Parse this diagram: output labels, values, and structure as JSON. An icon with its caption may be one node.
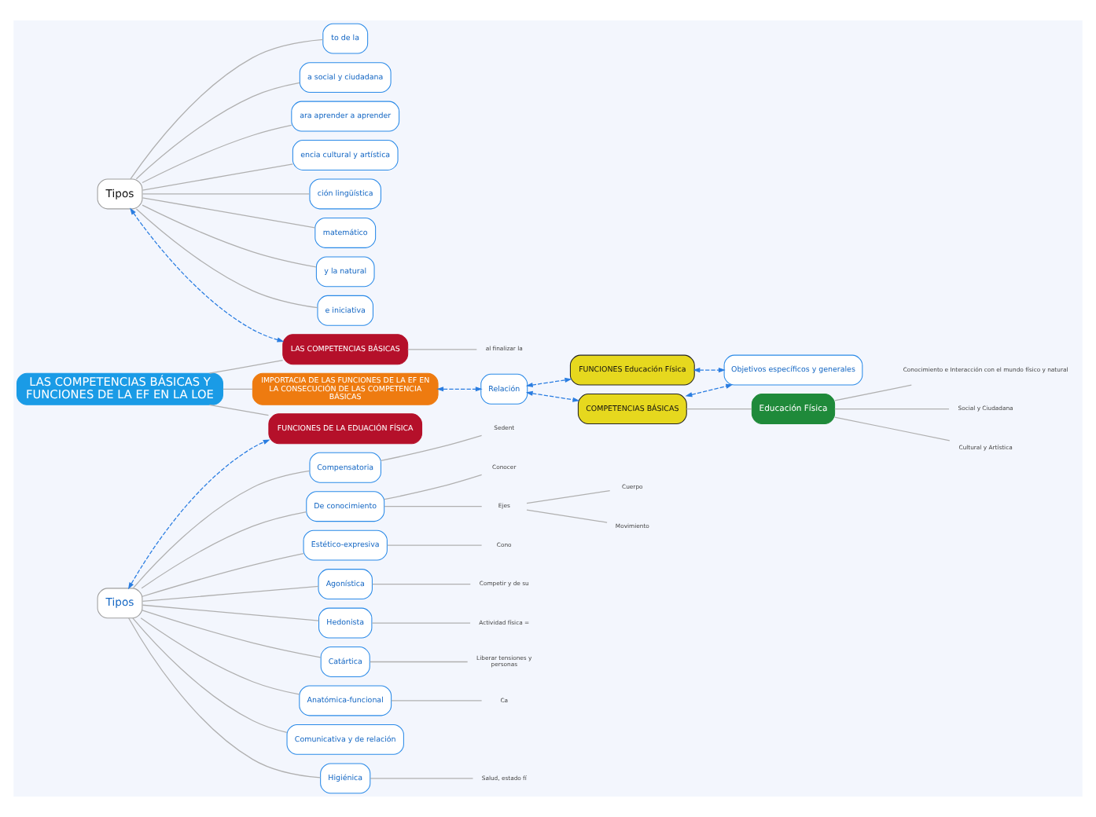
{
  "diagram": {
    "nodes": [
      {
        "text": [
          "LAS COMPETENCIAS BÁSICAS Y FUNCIONES DE LA EF EN LA LOE"
        ]
      },
      {
        "text": [
          "LAS COMPETENCIAS BÁSICAS"
        ]
      },
      {
        "text": [
          "al finalizar la"
        ]
      },
      {
        "text": [
          "Tipos"
        ]
      },
      {
        "text": [
          "ción lingüística"
        ]
      },
      {
        "text": [
          "matemático"
        ]
      },
      {
        "text": [
          "y la natural"
        ]
      },
      {
        "text": [
          "e iniciativa"
        ]
      },
      {
        "text": [
          "to de la"
        ]
      },
      {
        "text": [
          "a social y ciudadana"
        ]
      },
      {
        "text": [
          "ara aprender a aprender"
        ]
      },
      {
        "text": [
          "encia cultural y artística"
        ]
      },
      {
        "text": [
          "FUNCIONES DE LA EDUACIÓN FÍSICA"
        ]
      },
      {
        "text": [
          "Tipos"
        ]
      },
      {
        "text": [
          "De conocimiento"
        ]
      },
      {
        "text": [
          "Estético-expresiva"
        ]
      },
      {
        "text": [
          "Agonística"
        ]
      },
      {
        "text": [
          "Hedonista"
        ]
      },
      {
        "text": [
          "Catártica"
        ]
      },
      {
        "text": [
          "Anatómica-funcional"
        ]
      },
      {
        "text": [
          "Comunicativa y de relación"
        ]
      },
      {
        "text": [
          "Higiénica"
        ]
      },
      {
        "text": [
          "Compensatoria"
        ]
      },
      {
        "text": [
          "Ejes"
        ]
      },
      {
        "text": [
          "Cuerpo"
        ]
      },
      {
        "text": [
          "Movimiento"
        ]
      },
      {
        "text": [
          "Conocer"
        ]
      },
      {
        "text": [
          "Cono"
        ]
      },
      {
        "text": [
          "Competir y de su"
        ]
      },
      {
        "text": [
          "Actividad física ="
        ]
      },
      {
        "text": [
          "Liberar tensiones y personas"
        ]
      },
      {
        "text": [
          "Ca"
        ]
      },
      {
        "text": [
          "Salud, estado fí"
        ]
      },
      {
        "text": [
          "Sedent"
        ]
      },
      {
        "text": [
          "IMPORTACIA DE LAS FUNCIONES DE LA EF EN LA CONSECUCIÓN DE LAS COMPETENCIA BÁSICAS"
        ]
      },
      {
        "text": [
          "Relación"
        ]
      },
      {
        "text": [
          "FUNCIONES Educación Física"
        ]
      },
      {
        "text": [
          "COMPETENCIAS BÁSICAS"
        ]
      },
      {
        "text": [
          "Objetivos específicos y generales"
        ]
      },
      {
        "text": [
          "Educación Física"
        ]
      },
      {
        "text": [
          "Conocimiento e Interacción con el mundo físico y natural"
        ]
      },
      {
        "text": [
          "Social y Ciudadana"
        ]
      },
      {
        "text": [
          "Cultural y Artística"
        ]
      }
    ],
    "edges": [
      {
        "from": 0,
        "to": 1,
        "arrow": "none"
      },
      {
        "from": 1,
        "to": 2,
        "arrow": "none"
      },
      {
        "from": 3,
        "to": 1,
        "arrow": "both",
        "style": "dashed",
        "color": "#2a7de1"
      },
      {
        "from": 3,
        "to": 4,
        "arrow": "none"
      },
      {
        "from": 3,
        "to": 5,
        "arrow": "none"
      },
      {
        "from": 3,
        "to": 6,
        "arrow": "none"
      },
      {
        "from": 3,
        "to": 7,
        "arrow": "none"
      },
      {
        "from": 3,
        "to": 8,
        "arrow": "none"
      },
      {
        "from": 3,
        "to": 9,
        "arrow": "none"
      },
      {
        "from": 3,
        "to": 10,
        "arrow": "none"
      },
      {
        "from": 3,
        "to": 11,
        "arrow": "none"
      },
      {
        "from": 0,
        "to": 12,
        "arrow": "none"
      },
      {
        "from": 13,
        "to": 12,
        "arrow": "both",
        "style": "dashed",
        "color": "#2a7de1"
      },
      {
        "from": 13,
        "to": 14,
        "arrow": "none"
      },
      {
        "from": 13,
        "to": 15,
        "arrow": "none"
      },
      {
        "from": 13,
        "to": 16,
        "arrow": "none"
      },
      {
        "from": 13,
        "to": 17,
        "arrow": "none"
      },
      {
        "from": 13,
        "to": 18,
        "arrow": "none"
      },
      {
        "from": 13,
        "to": 19,
        "arrow": "none"
      },
      {
        "from": 13,
        "to": 20,
        "arrow": "none"
      },
      {
        "from": 13,
        "to": 21,
        "arrow": "none"
      },
      {
        "from": 13,
        "to": 22,
        "arrow": "none"
      },
      {
        "from": 14,
        "to": 23,
        "arrow": "none"
      },
      {
        "from": 23,
        "to": 24,
        "arrow": "none"
      },
      {
        "from": 23,
        "to": 25,
        "arrow": "none"
      },
      {
        "from": 14,
        "to": 26,
        "arrow": "none"
      },
      {
        "from": 15,
        "to": 27,
        "arrow": "none"
      },
      {
        "from": 16,
        "to": 28,
        "arrow": "none"
      },
      {
        "from": 17,
        "to": 29,
        "arrow": "none"
      },
      {
        "from": 18,
        "to": 30,
        "arrow": "none"
      },
      {
        "from": 19,
        "to": 31,
        "arrow": "none"
      },
      {
        "from": 21,
        "to": 32,
        "arrow": "none"
      },
      {
        "from": 22,
        "to": 33,
        "arrow": "none"
      },
      {
        "from": 0,
        "to": 34,
        "arrow": "none"
      },
      {
        "from": 34,
        "to": 35,
        "arrow": "both",
        "style": "dashed",
        "color": "#2a7de1"
      },
      {
        "from": 35,
        "to": 36,
        "arrow": "both",
        "style": "dashed",
        "color": "#2a7de1"
      },
      {
        "from": 35,
        "to": 37,
        "arrow": "both",
        "style": "dashed",
        "color": "#2a7de1"
      },
      {
        "from": 36,
        "to": 38,
        "arrow": "both",
        "style": "dashed",
        "color": "#2a7de1"
      },
      {
        "from": 37,
        "to": 38,
        "arrow": "both",
        "style": "dashed",
        "color": "#2a7de1"
      },
      {
        "from": 37,
        "to": 39,
        "arrow": "none"
      },
      {
        "from": 39,
        "to": 40,
        "arrow": "none"
      },
      {
        "from": 39,
        "to": 41,
        "arrow": "none"
      },
      {
        "from": 39,
        "to": 42,
        "arrow": "none"
      }
    ]
  }
}
